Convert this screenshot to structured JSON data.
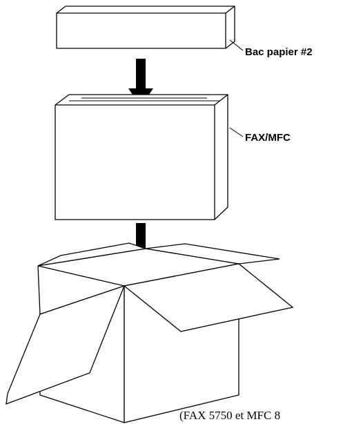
{
  "diagram": {
    "labels": {
      "paper_tray": "Bac papier #2",
      "fax_mfc": "FAX/MFC"
    },
    "caption": "(FAX 5750 et MFC 8"
  },
  "colors": {
    "line": "#000000",
    "background": "#ffffff"
  }
}
